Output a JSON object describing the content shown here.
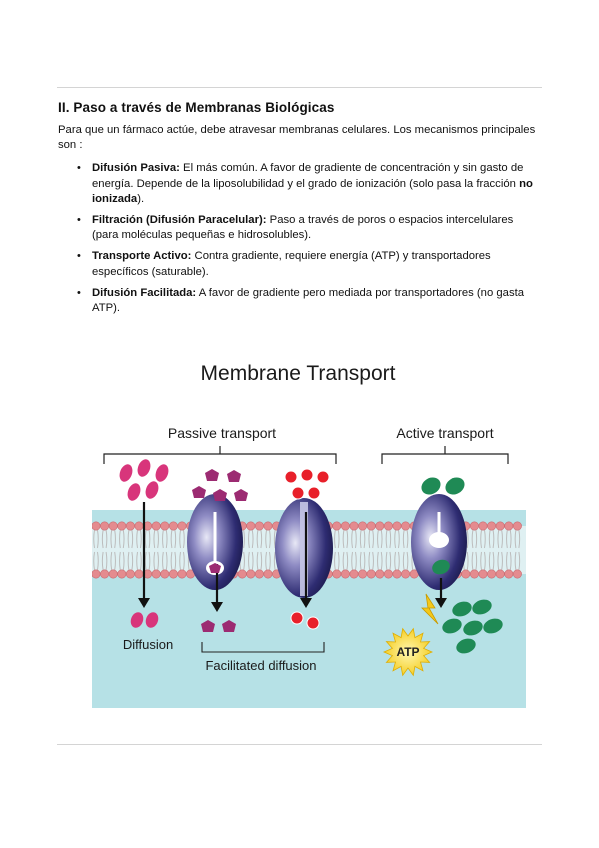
{
  "section": {
    "heading": "II. Paso a través de Membranas Biológicas",
    "intro": "Para que un fármaco actúe, debe atravesar membranas celulares. Los mecanismos principales son :",
    "items": [
      {
        "term": "Difusión Pasiva:",
        "text_before": " El más común. A favor de gradiente de concentración y sin gasto de energía. Depende de la liposolubilidad y el grado de ionización (solo pasa la fracción ",
        "bold_inline": "no ionizada",
        "text_after": ")."
      },
      {
        "term": "Filtración (Difusión Paracelular):",
        "text": " Paso a través de poros o espacios intercelulares (para moléculas pequeñas e hidrosolubles)."
      },
      {
        "term": "Transporte Activo:",
        "text": " Contra gradiente, requiere energía (ATP) y transportadores específicos (saturable)."
      },
      {
        "term": "Difusión Facilitada:",
        "text": " A favor de gradiente pero mediada por transportadores (no gasta ATP)."
      }
    ]
  },
  "figure": {
    "title": "Membrane Transport",
    "passive_label": "Passive transport",
    "active_label": "Active transport",
    "diffusion_label": "Diffusion",
    "facilitated_label": "Facilitated diffusion",
    "atp_label": "ATP"
  },
  "colors": {
    "rule": "#d4d4d4",
    "extracellular": "#dff0f2",
    "intracellular": "#b6e1e6",
    "lipid_head": "#e48b8f",
    "protein": "#2d2b6f",
    "pink_molecule": "#d8357b",
    "purple_molecule": "#9c2b72",
    "red_molecule": "#e8202a",
    "green_molecule": "#1f8a55",
    "atp_star": "#f8d21a"
  }
}
